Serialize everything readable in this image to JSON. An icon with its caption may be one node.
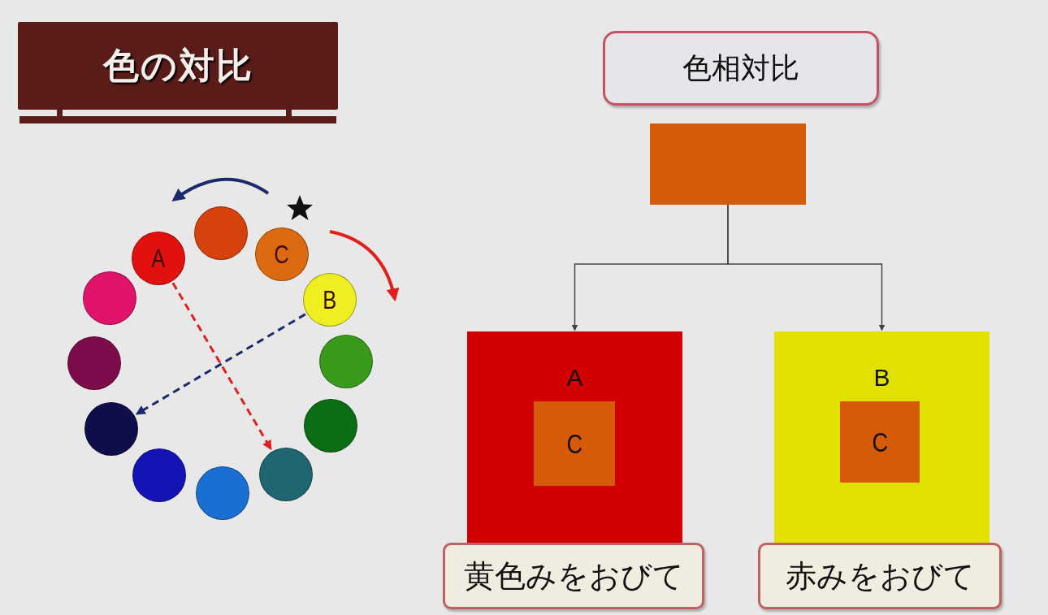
{
  "diagram": {
    "title": "色の対比",
    "nodes": [
      {
        "text": [
          "A"
        ]
      },
      {
        "text": [],
        "shape": "circle"
      },
      {
        "text": [
          "C"
        ]
      },
      {
        "text": [
          "B"
        ]
      },
      {
        "text": [],
        "shape": "circle"
      },
      {
        "text": [],
        "shape": "circle"
      },
      {
        "text": [],
        "shape": "circle"
      },
      {
        "text": [],
        "shape": "circle"
      },
      {
        "text": [],
        "shape": "circle"
      },
      {
        "text": [],
        "shape": "circle"
      },
      {
        "text": [],
        "shape": "circle"
      },
      {
        "text": [],
        "shape": "circle"
      },
      {
        "text": [
          "色相対比"
        ]
      },
      {
        "text": [],
        "shape": "box"
      },
      {
        "text": [
          "A"
        ]
      },
      {
        "text": [
          "C"
        ],
        "in": 14
      },
      {
        "text": [
          "黄色みをおびて"
        ]
      },
      {
        "text": [
          "B"
        ]
      },
      {
        "text": [
          "C"
        ],
        "in": 17
      },
      {
        "text": [
          "赤みをおびて"
        ]
      }
    ],
    "edges": [
      {
        "from": 0,
        "to": 6,
        "arrow": "to",
        "style": "dashed",
        "color": "#e0201c"
      },
      {
        "from": 3,
        "to": 9,
        "arrow": "to",
        "style": "dashed",
        "color": "#1a2a6a"
      },
      {
        "from": 13,
        "to": 14,
        "arrow": "to"
      },
      {
        "from": 13,
        "to": 17,
        "arrow": "to"
      }
    ]
  }
}
